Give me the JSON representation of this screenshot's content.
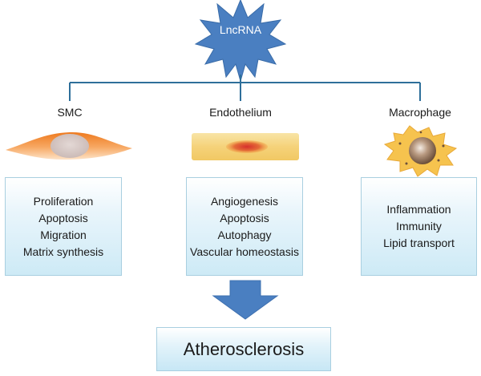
{
  "hub": {
    "label": "LncRNA",
    "color": "#4a7fc1"
  },
  "columns": [
    {
      "label": "SMC",
      "items": [
        "Proliferation",
        "Apoptosis",
        "Migration",
        "Matrix synthesis"
      ]
    },
    {
      "label": "Endothelium",
      "items": [
        "Angiogenesis",
        "Apoptosis",
        "Autophagy",
        "Vascular homeostasis"
      ]
    },
    {
      "label": "Macrophage",
      "items": [
        "Inflammation",
        "Immunity",
        "Lipid transport"
      ]
    }
  ],
  "outcome": {
    "label": "Atherosclerosis"
  },
  "colors": {
    "connector": "#2e6f9a",
    "arrow": "#4a7fc1",
    "box_border": "#a9cfe0"
  }
}
